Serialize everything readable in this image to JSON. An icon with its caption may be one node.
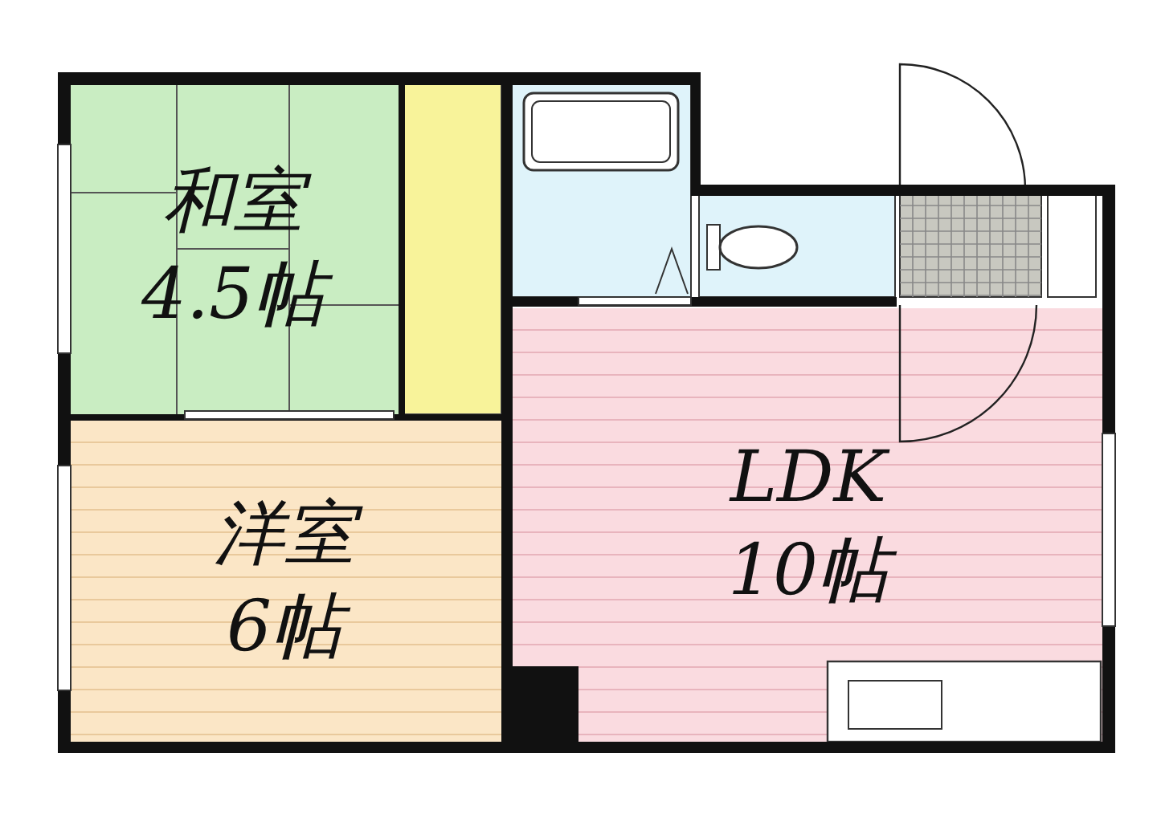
{
  "diagram": {
    "nodes": [
      {
        "text": [
          "和室",
          "4.5帖"
        ]
      },
      {
        "text": [
          "洋室",
          "6帖"
        ]
      },
      {
        "text": [
          "LDK",
          "10帖"
        ]
      }
    ]
  }
}
